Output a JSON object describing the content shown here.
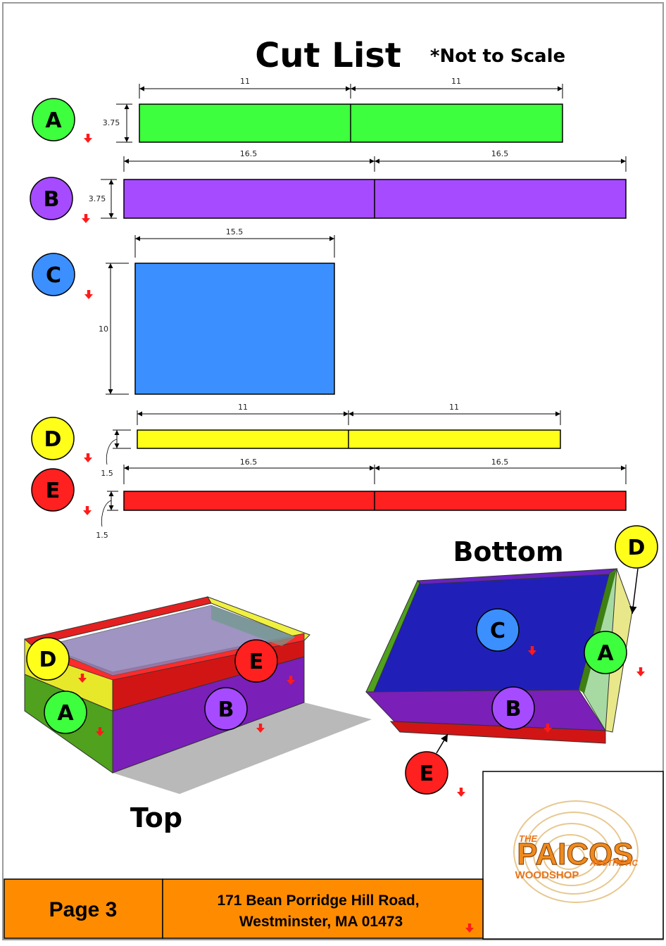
{
  "title": "Cut List",
  "note": "*Not to Scale",
  "colors": {
    "A": "#3dff3d",
    "B": "#a64bff",
    "C": "#3b8fff",
    "D": "#ffff1a",
    "E": "#ff2020",
    "footer": "#ff8c00",
    "marker": "#ff1a1a"
  },
  "parts": [
    {
      "letter": "A",
      "lengths": [
        "11",
        "11"
      ],
      "width": "3.75"
    },
    {
      "letter": "B",
      "lengths": [
        "16.5",
        "16.5"
      ],
      "width": "3.75"
    },
    {
      "letter": "C",
      "lengths": [
        "15.5"
      ],
      "width": "10"
    },
    {
      "letter": "D",
      "lengths": [
        "11",
        "11"
      ],
      "width": "1.5"
    },
    {
      "letter": "E",
      "lengths": [
        "16.5",
        "16.5"
      ],
      "width": "1.5"
    }
  ],
  "views": {
    "top": "Top",
    "bottom": "Bottom"
  },
  "footer": {
    "page": "Page 3",
    "address_line1": "171 Bean Porridge Hill Road,",
    "address_line2": "Westminster, MA 01473"
  },
  "logo": {
    "line1": "THE",
    "line2": "PAICOS",
    "line3": "WOODSHOP",
    "line4": "AESTHETIC"
  }
}
